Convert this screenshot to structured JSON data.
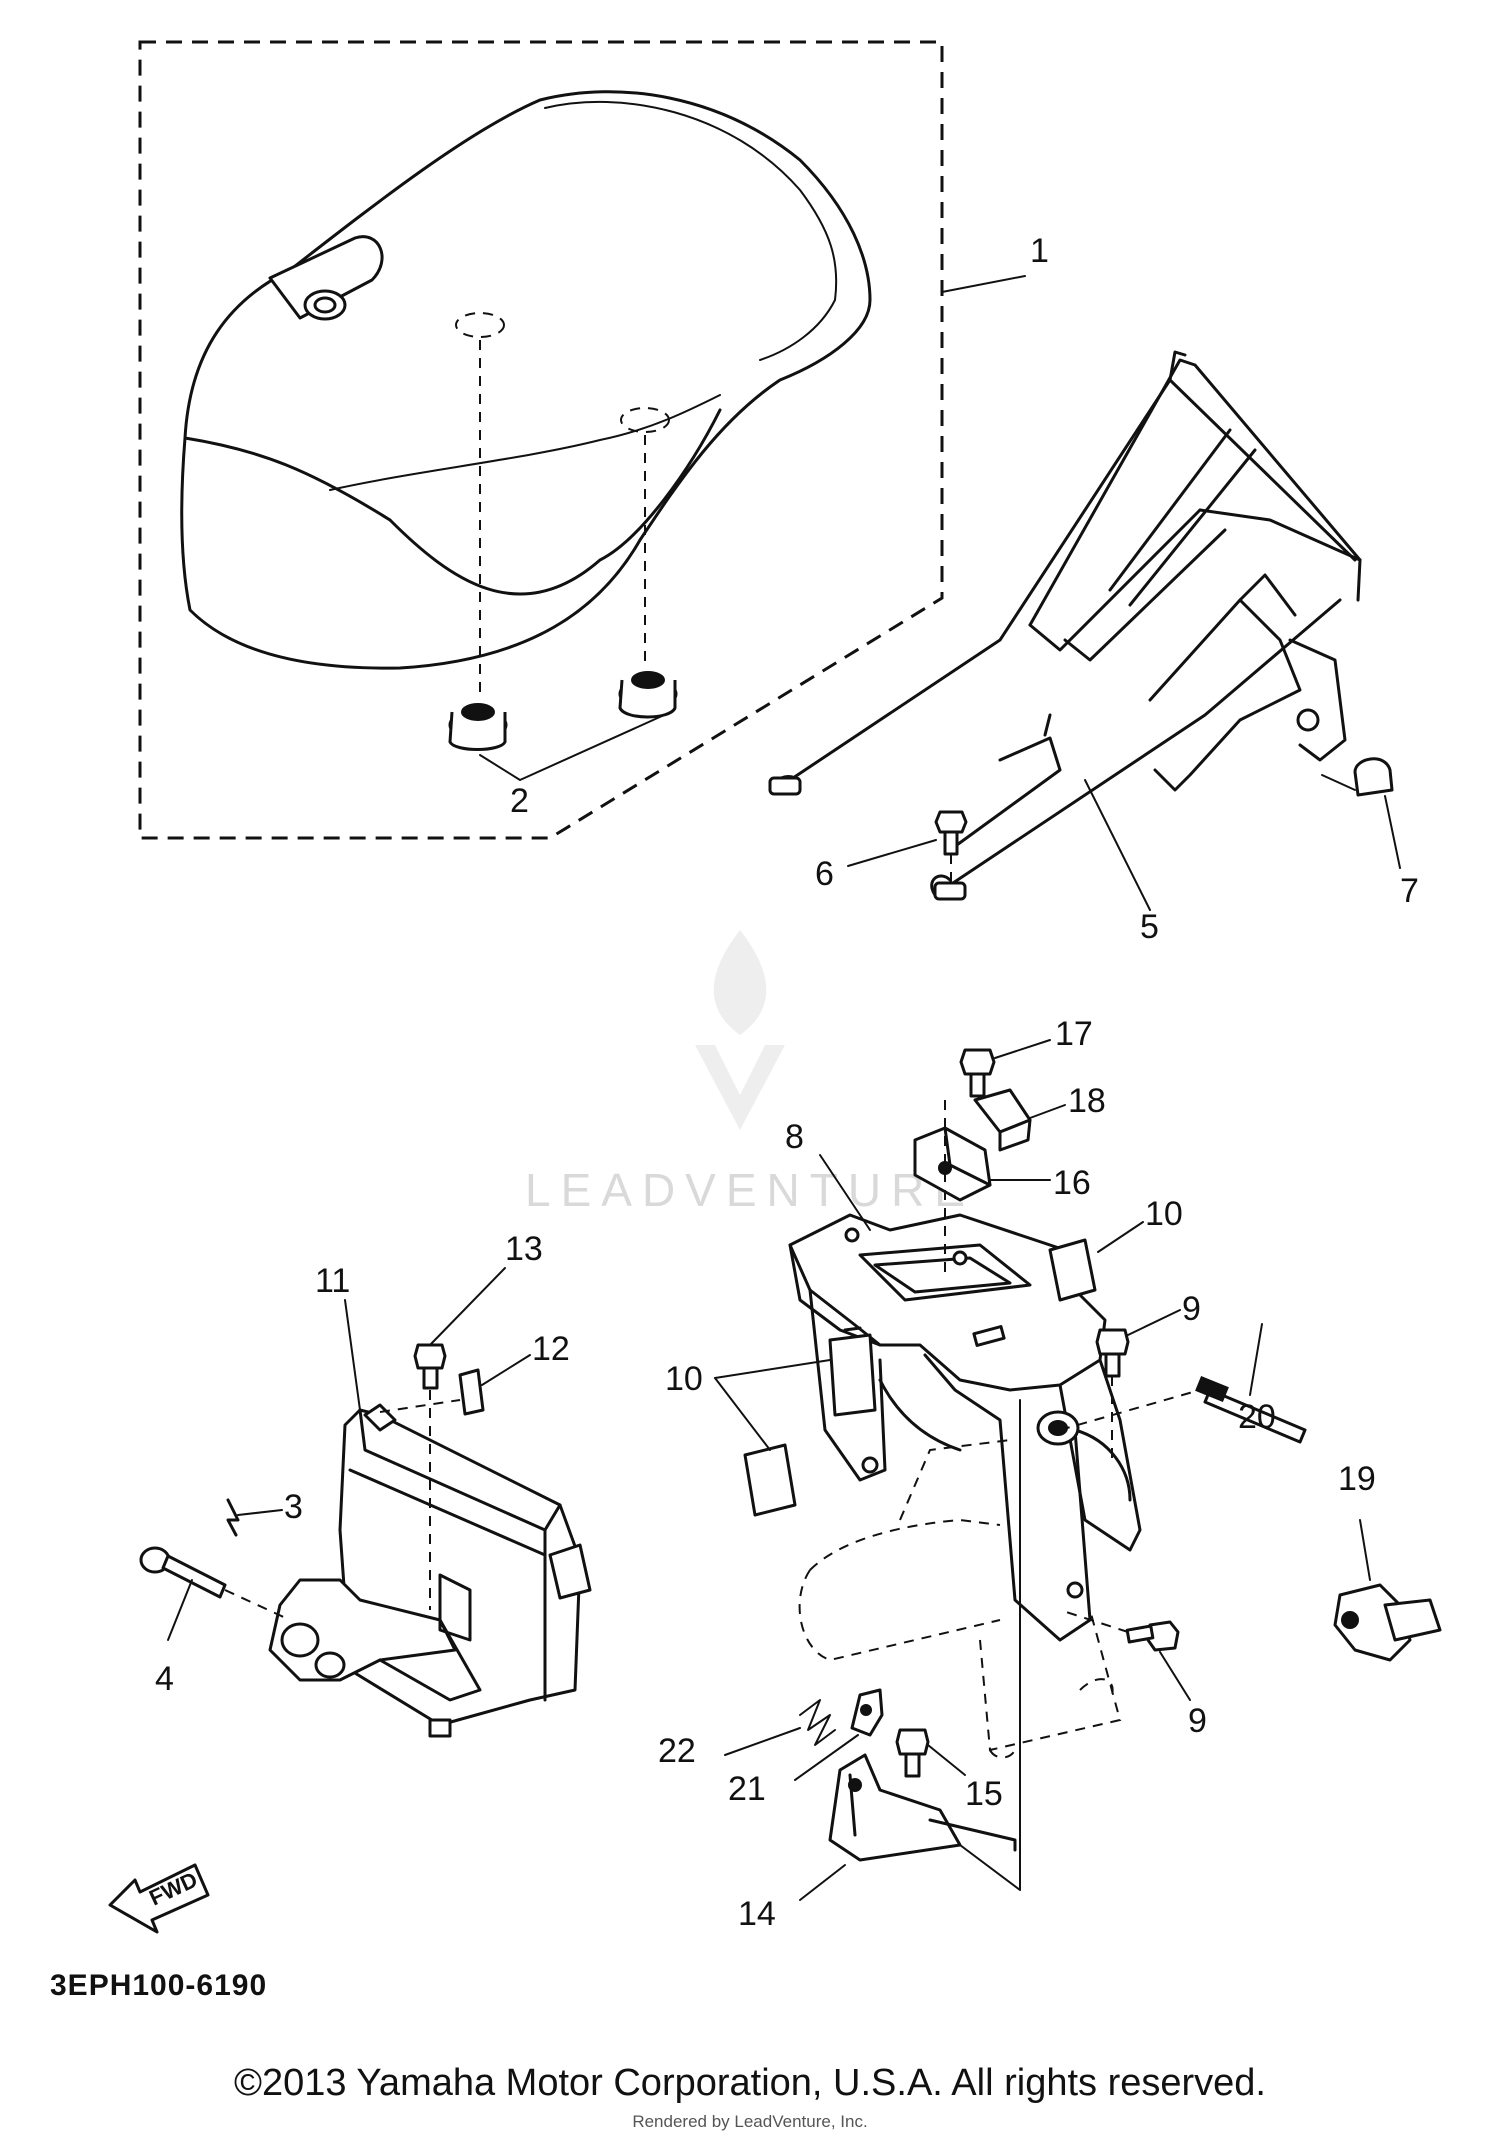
{
  "diagram_code": "3EPH100-6190",
  "fwd_label": "FWD",
  "watermark": "LEADVENTURE",
  "copyright": "©2013 Yamaha Motor Corporation, U.S.A. All rights reserved.",
  "rendered_by": "Rendered by LeadVenture, Inc.",
  "callouts": {
    "c1": "1",
    "c2": "2",
    "c3": "3",
    "c4": "4",
    "c5": "5",
    "c6": "6",
    "c7": "7",
    "c8": "8",
    "c9a": "9",
    "c9b": "9",
    "c10a": "10",
    "c10b": "10",
    "c11": "11",
    "c12": "12",
    "c13": "13",
    "c14": "14",
    "c15": "15",
    "c16": "16",
    "c17": "17",
    "c18": "18",
    "c19": "19",
    "c20": "20",
    "c21": "21",
    "c22": "22"
  }
}
